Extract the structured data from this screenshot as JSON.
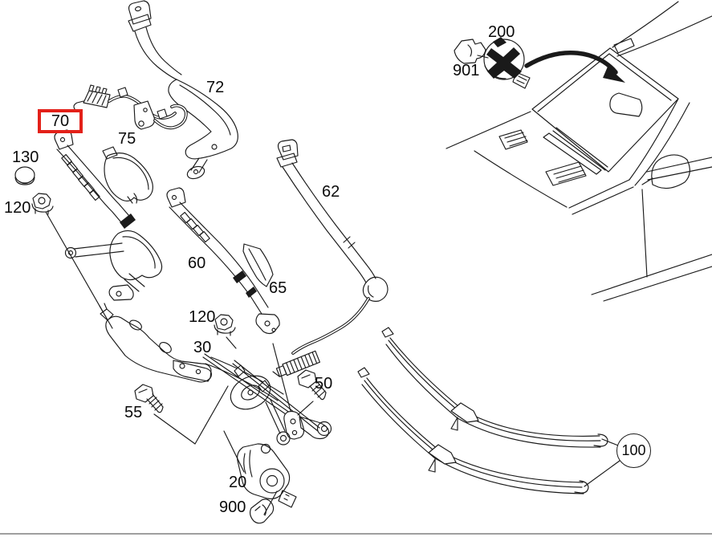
{
  "diagram": {
    "type": "exploded-parts-diagram",
    "subject": "windshield wiper system",
    "selected_part": "70",
    "colors": {
      "highlight": "#e32119",
      "line": "#1a1a1a",
      "divider": "#9f9f9f",
      "background": "#ffffff"
    },
    "labels": [
      {
        "text": "70",
        "style": "boxed-red"
      },
      {
        "text": "72",
        "style": "plain"
      },
      {
        "text": "75",
        "style": "plain"
      },
      {
        "text": "130",
        "style": "plain"
      },
      {
        "text": "120",
        "style": "plain"
      },
      {
        "text": "60",
        "style": "plain"
      },
      {
        "text": "62",
        "style": "plain"
      },
      {
        "text": "65",
        "style": "plain"
      },
      {
        "text": "120",
        "style": "plain"
      },
      {
        "text": "30",
        "style": "plain"
      },
      {
        "text": "50",
        "style": "plain"
      },
      {
        "text": "55",
        "style": "plain"
      },
      {
        "text": "20",
        "style": "plain"
      },
      {
        "text": "900",
        "style": "plain"
      },
      {
        "text": "200",
        "style": "plain"
      },
      {
        "text": "901",
        "style": "plain"
      },
      {
        "text": "100",
        "style": "circled"
      }
    ]
  }
}
